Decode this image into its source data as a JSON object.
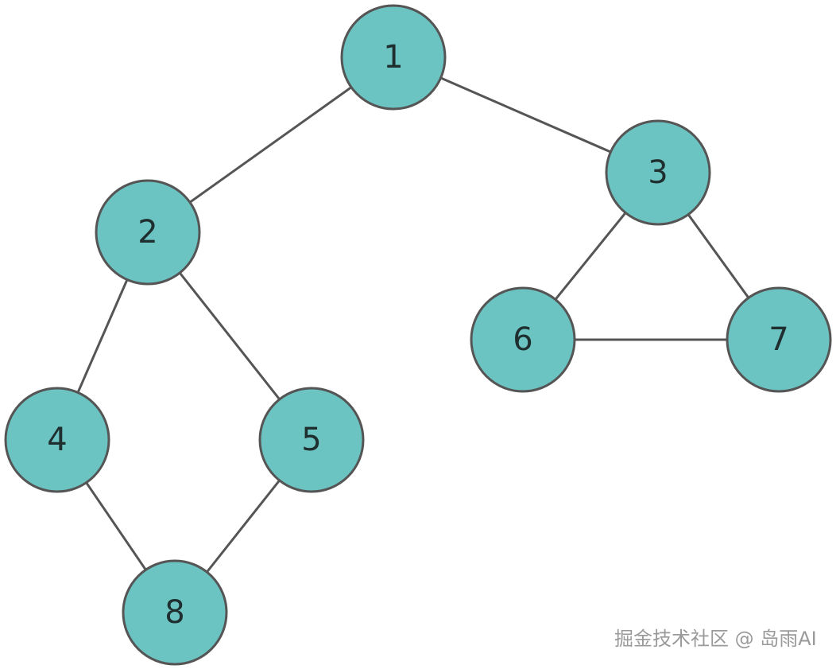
{
  "graph": {
    "nodes": [
      {
        "id": "1",
        "label": "1"
      },
      {
        "id": "2",
        "label": "2"
      },
      {
        "id": "3",
        "label": "3"
      },
      {
        "id": "4",
        "label": "4"
      },
      {
        "id": "5",
        "label": "5"
      },
      {
        "id": "6",
        "label": "6"
      },
      {
        "id": "7",
        "label": "7"
      },
      {
        "id": "8",
        "label": "8"
      }
    ],
    "edges": [
      {
        "from": "1",
        "to": "2"
      },
      {
        "from": "1",
        "to": "3"
      },
      {
        "from": "2",
        "to": "4"
      },
      {
        "from": "2",
        "to": "5"
      },
      {
        "from": "3",
        "to": "6"
      },
      {
        "from": "3",
        "to": "7"
      },
      {
        "from": "6",
        "to": "7"
      },
      {
        "from": "4",
        "to": "8"
      },
      {
        "from": "5",
        "to": "8"
      }
    ],
    "colors": {
      "node_fill": "#6cc4c2",
      "node_stroke": "#555555",
      "edge": "#555555",
      "label": "#1f2e2e"
    }
  },
  "watermark": {
    "text": "掘金技术社区 @ 岛雨AI"
  }
}
